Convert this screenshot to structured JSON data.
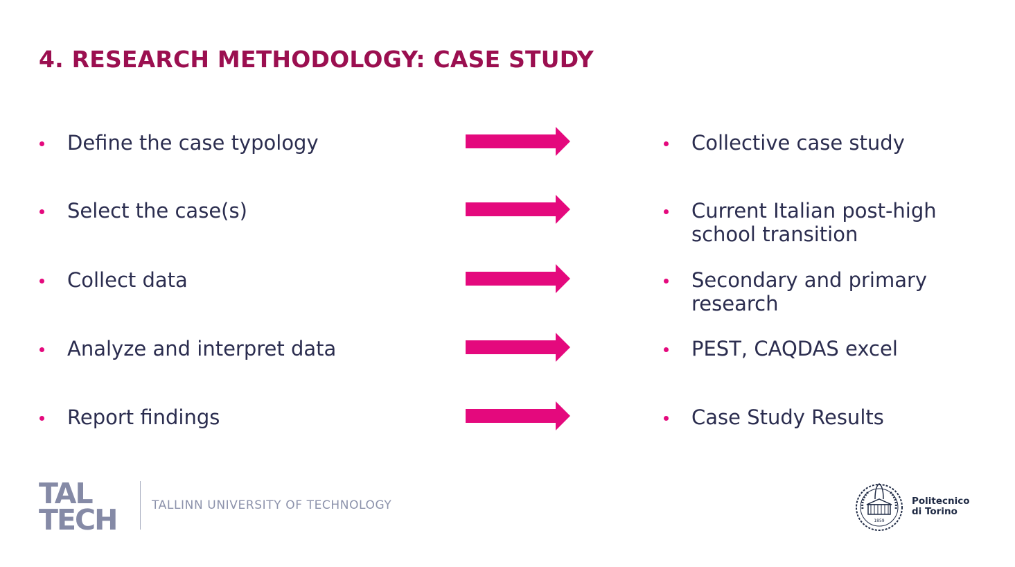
{
  "slide": {
    "title": "4. RESEARCH METHODOLOGY: CASE STUDY",
    "colors": {
      "title": "#9b0f50",
      "accent": "#e4097d",
      "body_text": "#2b2d4f"
    },
    "rows": [
      {
        "step": "Define the case typology",
        "outcome": [
          "Collective case study"
        ]
      },
      {
        "step": "Select the case(s)",
        "outcome": [
          "Current Italian post-high",
          "school transition"
        ]
      },
      {
        "step": "Collect data",
        "outcome": [
          "Secondary and primary",
          "research"
        ]
      },
      {
        "step": "Analyze and interpret data",
        "outcome": [
          "PEST, CAQDAS excel"
        ]
      },
      {
        "step": "Report findings",
        "outcome": [
          "Case Study Results"
        ]
      }
    ]
  },
  "footer": {
    "taltech_logo": {
      "line1": "TAL",
      "line2": "TECH"
    },
    "university": "TALLINN UNIVERSITY OF TECHNOLOGY",
    "polito": {
      "line1": "Politecnico",
      "line2": "di Torino",
      "seal_year": "1859"
    }
  }
}
